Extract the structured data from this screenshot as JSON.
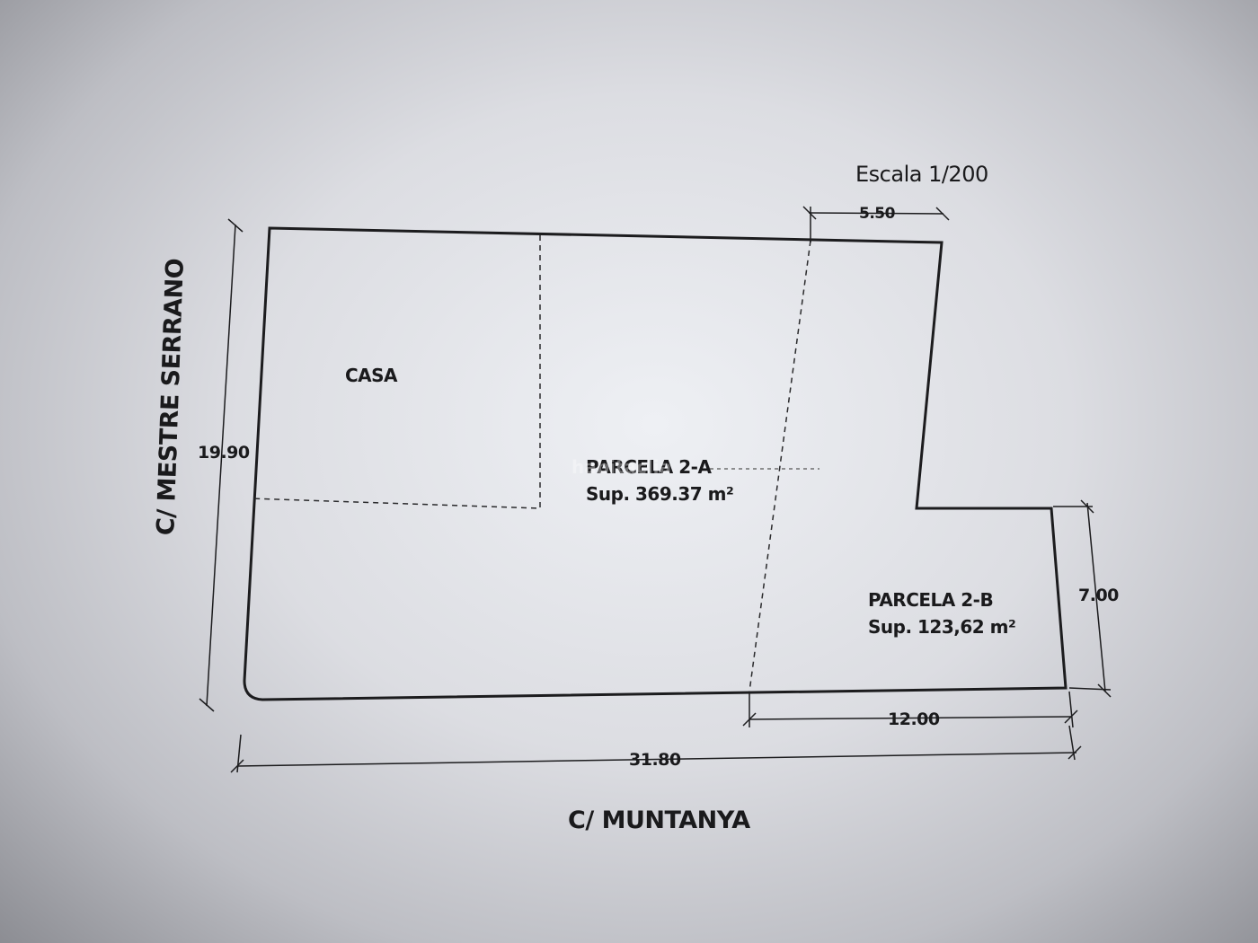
{
  "plan": {
    "scale": "Escala 1/200",
    "streets": {
      "left": "C/ MESTRE SERRANO",
      "bottom": "C/ MUNTANYA"
    },
    "areas": {
      "casa": "CASA",
      "parcela_a_name": "PARCELA 2-A",
      "parcela_a_area": "Sup. 369.37 m²",
      "parcela_b_name": "PARCELA 2-B",
      "parcela_b_area": "Sup. 123,62 m²"
    },
    "dimensions": {
      "left_height": "19.90",
      "top_width": "5.50",
      "right_height": "7.00",
      "bottom_segment": "12.00",
      "total_width": "31.80"
    }
  },
  "watermark": "habitaclia",
  "colors": {
    "ink": "#1a1a1c",
    "paper": "#e8e9ed"
  }
}
